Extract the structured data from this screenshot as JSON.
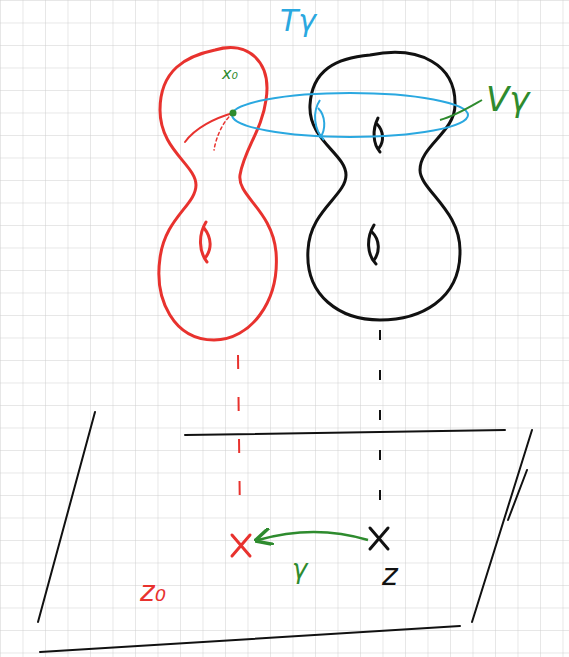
{
  "diagram": {
    "labels": [
      "x₀",
      "Tγ",
      "Vγ",
      "γ",
      "z₀",
      "z"
    ]
  }
}
